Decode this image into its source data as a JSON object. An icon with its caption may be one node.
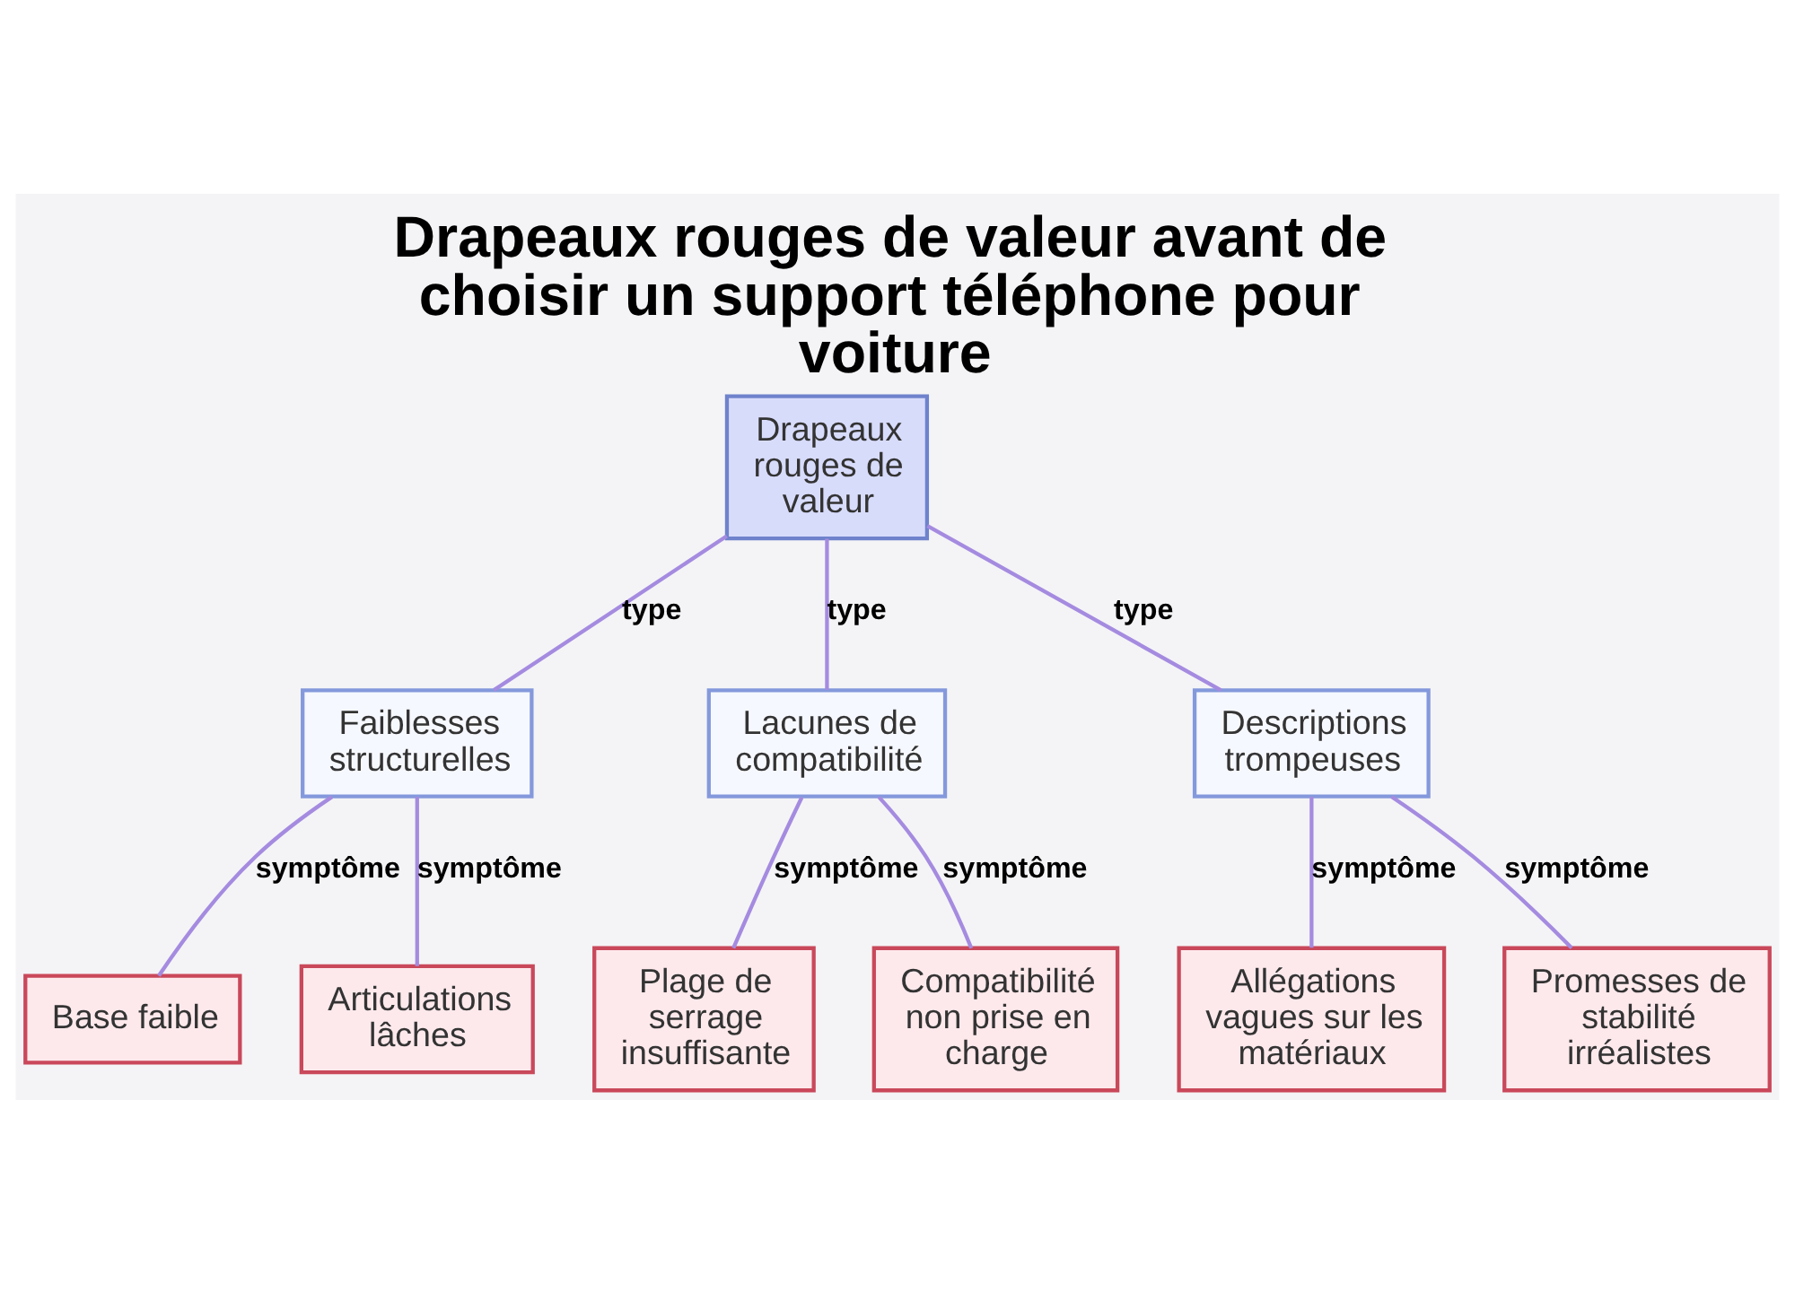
{
  "diagram": {
    "title": "Drapeaux rouges de valeur avant de choisir un support téléphone pour voiture",
    "nodes": [
      {
        "text": [
          "Drapeaux rouges de valeur"
        ]
      },
      {
        "text": [
          "Faiblesses structurelles"
        ]
      },
      {
        "text": [
          "Lacunes de compatibilité"
        ]
      },
      {
        "text": [
          "Descriptions trompeuses"
        ]
      },
      {
        "text": [
          "Base faible"
        ]
      },
      {
        "text": [
          "Articulations lâches"
        ]
      },
      {
        "text": [
          "Plage de serrage insuffisante"
        ]
      },
      {
        "text": [
          "Compatibilité non prise en charge"
        ]
      },
      {
        "text": [
          "Allégations vagues sur les matériaux"
        ]
      },
      {
        "text": [
          "Promesses de stabilité irréalistes"
        ]
      }
    ],
    "edges": [
      {
        "from": 0,
        "to": 1,
        "arrow": "none",
        "label": "type"
      },
      {
        "from": 0,
        "to": 2,
        "arrow": "none",
        "label": "type"
      },
      {
        "from": 0,
        "to": 3,
        "arrow": "none",
        "label": "type"
      },
      {
        "from": 1,
        "to": 4,
        "arrow": "none",
        "label": "symptôme"
      },
      {
        "from": 1,
        "to": 5,
        "arrow": "none",
        "label": "symptôme"
      },
      {
        "from": 2,
        "to": 6,
        "arrow": "none",
        "label": "symptôme"
      },
      {
        "from": 2,
        "to": 7,
        "arrow": "none",
        "label": "symptôme"
      },
      {
        "from": 3,
        "to": 8,
        "arrow": "none",
        "label": "symptôme"
      },
      {
        "from": 3,
        "to": 9,
        "arrow": "none",
        "label": "symptôme"
      }
    ]
  }
}
